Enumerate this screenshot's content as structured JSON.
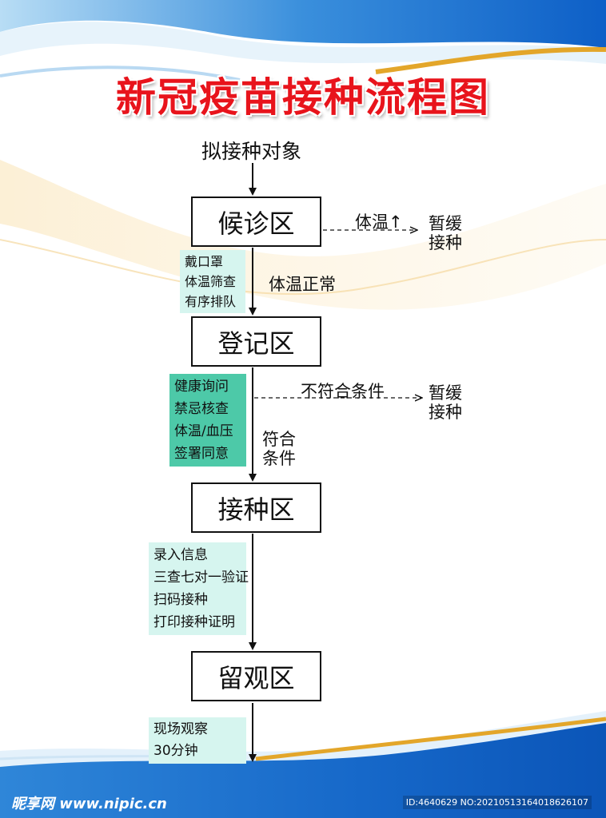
{
  "title": "新冠疫苗接种流程图",
  "start": "拟接种对象",
  "stages": [
    {
      "name": "候诊区"
    },
    {
      "name": "登记区"
    },
    {
      "name": "接种区"
    },
    {
      "name": "留观区"
    }
  ],
  "notes": {
    "waiting": [
      "戴口罩",
      "体温筛查",
      "有序排队"
    ],
    "registration": [
      "健康询问",
      "禁忌核查",
      "体温/血压",
      "签署同意"
    ],
    "vaccination": [
      "录入信息",
      "三查七对一验证",
      "扫码接种",
      "打印接种证明"
    ],
    "observation": [
      "现场观察",
      "30分钟"
    ]
  },
  "labels": {
    "temp_high": "体温↑",
    "temp_normal": "体温正常",
    "not_eligible": "不符合条件",
    "eligible_line1": "符合",
    "eligible_line2": "条件",
    "defer_1_line1": "暂缓",
    "defer_1_line2": "接种",
    "defer_2_line1": "暂缓",
    "defer_2_line2": "接种"
  },
  "colors": {
    "title": "#e8141c",
    "note_light": "#d6f5ef",
    "note_green": "#4dc9a8",
    "wave_blue": "#1677d2",
    "wave_gold": "#e3a62a"
  },
  "watermark": {
    "left": "昵享网 www.nipic.cn",
    "right": "ID:4640629 NO:20210513164018626107"
  }
}
